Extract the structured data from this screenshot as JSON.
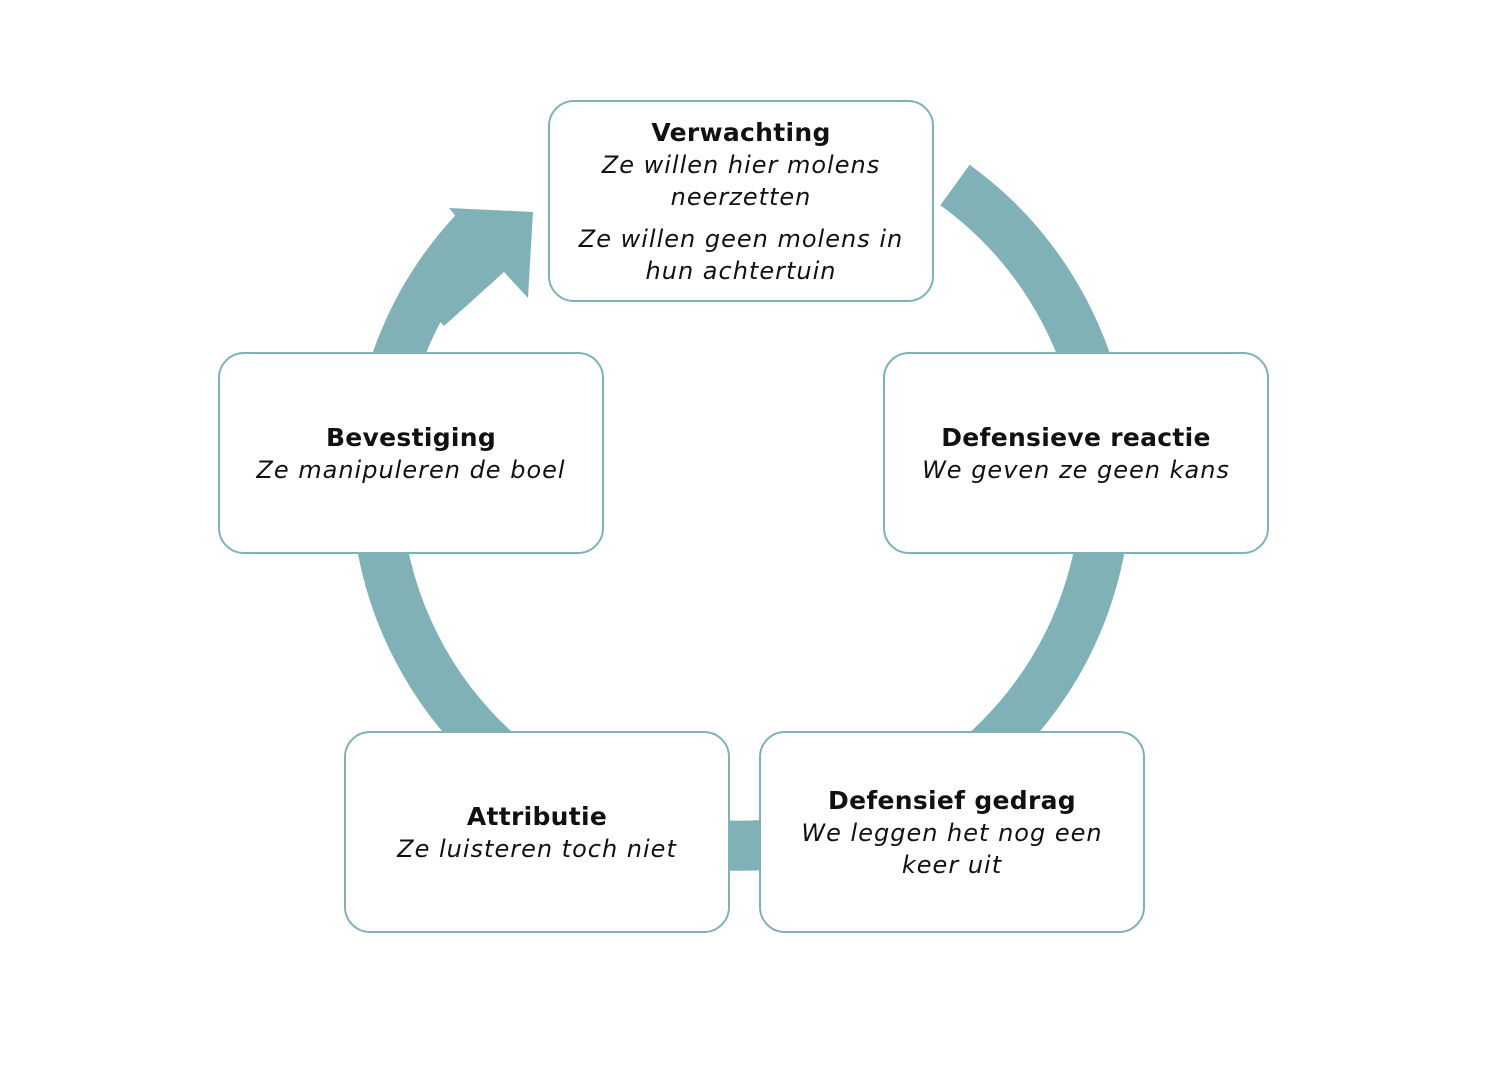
{
  "colors": {
    "ring": "#7fb1b7",
    "border": "#7fb1b7",
    "text": "#111111",
    "background": "#ffffff"
  },
  "nodes": {
    "verwachting": {
      "title": "Verwachting",
      "lines": [
        "Ze willen hier molens neerzetten",
        "Ze willen geen molens in hun achtertuin"
      ]
    },
    "defensieve_reactie": {
      "title": "Defensieve reactie",
      "lines": [
        "We geven ze geen kans"
      ]
    },
    "defensief_gedrag": {
      "title": "Defensief gedrag",
      "lines": [
        "We leggen het nog een keer uit"
      ]
    },
    "attributie": {
      "title": "Attributie",
      "lines": [
        "Ze luisteren toch niet"
      ]
    },
    "bevestiging": {
      "title": "Bevestiging",
      "lines": [
        "Ze manipuleren de boel"
      ]
    }
  }
}
